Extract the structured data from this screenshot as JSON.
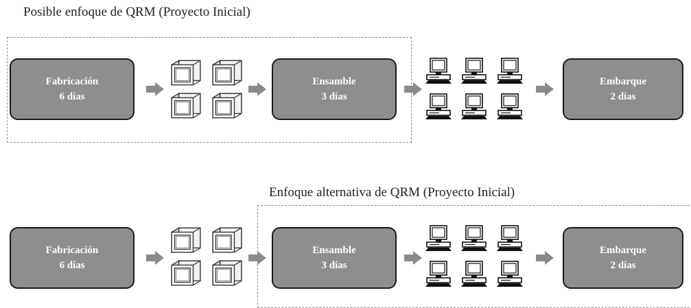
{
  "diagram_top": {
    "title": "Posible enfoque de QRM (Proyecto Inicial)",
    "stages": [
      {
        "name": "Fabricación",
        "duration": "6 días"
      },
      {
        "name": "Ensamble",
        "duration": "3 días"
      },
      {
        "name": "Embarque",
        "duration": "2 días"
      }
    ]
  },
  "diagram_bottom": {
    "title": "Enfoque alternativa  de QRM (Proyecto Inicial)",
    "stages": [
      {
        "name": "Fabricación",
        "duration": "6 días"
      },
      {
        "name": "Ensamble",
        "duration": "3 días"
      },
      {
        "name": "Embarque",
        "duration": "2 días"
      }
    ]
  },
  "icons": {
    "monitor_group": "crt-monitor-icon",
    "computer_group": "desktop-computer-icon"
  },
  "colors": {
    "stage_fill": "#8e8e8e",
    "stage_border": "#1a1a1a",
    "arrow": "#8a8a8a"
  }
}
